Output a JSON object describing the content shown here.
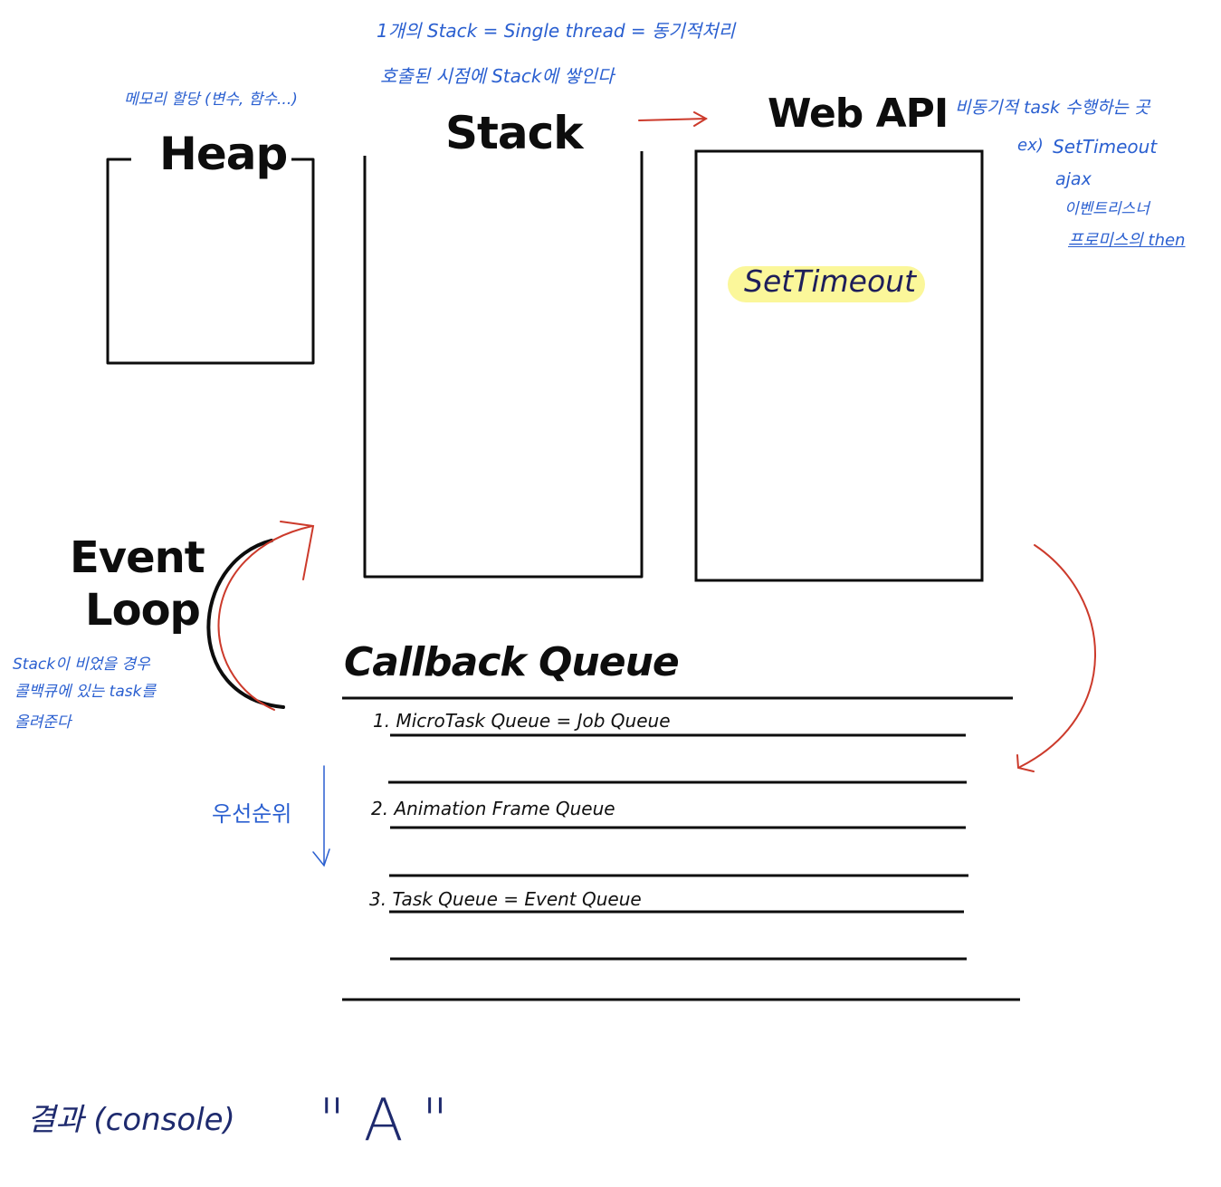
{
  "heap": {
    "title": "Heap",
    "note": "메모리 할당 (변수, 함수...)"
  },
  "stack": {
    "title": "Stack",
    "note_line1": "1개의 Stack = Single thread = 동기적처리",
    "note_line2": "호출된 시점에 Stack에 쌓인다"
  },
  "web_api": {
    "title": "Web API",
    "item": "SetTimeout",
    "note_title": "비동기적 task 수행하는 곳",
    "examples_prefix": "ex)",
    "examples": [
      "SetTimeout",
      "ajax",
      "이벤트리스너",
      "프로미스의 then"
    ]
  },
  "event_loop": {
    "title_line1": "Event",
    "title_line2": "Loop",
    "note_line1": "Stack이 비었을 경우",
    "note_line2": "콜백큐에 있는 task를",
    "note_line3": "올려준다"
  },
  "callback_queue": {
    "title": "Callback Queue",
    "items": [
      "1. MicroTask  Queue  = Job Queue",
      "2. Animation Frame  Queue",
      "3. Task Queue  = Event Queue"
    ],
    "priority_note": "우선순위"
  },
  "result": {
    "label": "결과 (console)",
    "value": "\" A \""
  },
  "colors": {
    "ink": "#0d0d0d",
    "note_blue": "#2a5fd0",
    "arrow_red": "#cc3a2b",
    "highlight": "#fbf79a"
  }
}
